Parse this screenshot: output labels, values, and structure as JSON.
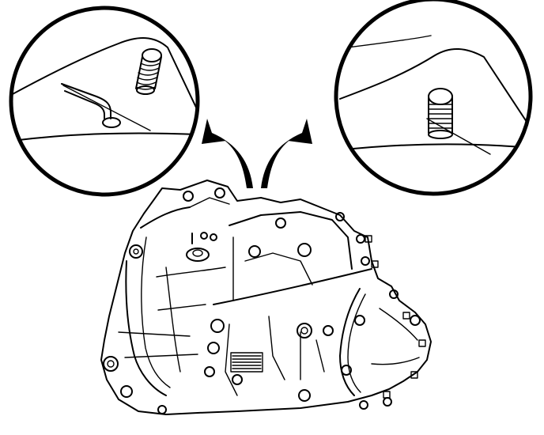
{
  "diagram": {
    "caption": "",
    "detail_views": [
      {
        "name": "vent-tube-with-spring-plug",
        "side": "left"
      },
      {
        "name": "spring-plug-installed",
        "side": "right"
      }
    ],
    "colors": {
      "ink": "#000000",
      "paper": "#ffffff"
    }
  }
}
